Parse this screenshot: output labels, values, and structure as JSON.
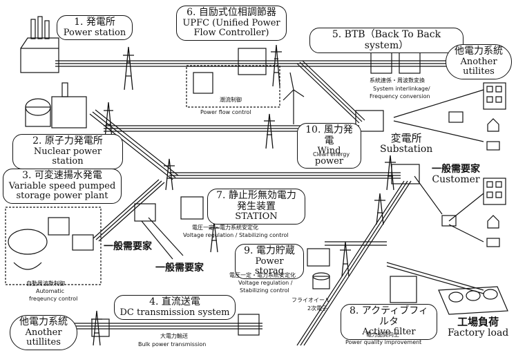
{
  "labels": {
    "power_station": {
      "jp": "1. 発電所",
      "en": "Power station"
    },
    "nuclear": {
      "jp": "2. 原子力発電所",
      "en": "Nuclear power station"
    },
    "pumped": {
      "jp": "3. 可変速揚水発電",
      "en1": "Variable speed pumped",
      "en2": "storage power plant"
    },
    "dc_transmission": {
      "jp": "4. 直流送電",
      "en": "DC transmission system"
    },
    "btb": {
      "jp": "5. BTB（Back To Back system）"
    },
    "upfc": {
      "jp": "6. 自励式位相調節器",
      "en1": "UPFC (Unified Power",
      "en2": "Flow Controller)"
    },
    "static_var": {
      "jp1": "7. 静止形無効電力",
      "jp2": "発生装置",
      "en": "STATION"
    },
    "storage": {
      "jp": "9. 電力貯蔵",
      "en": "Power storag"
    },
    "active_filter": {
      "jp": "8. アクティブフィルタ",
      "en": "Active filter"
    },
    "wind": {
      "jp": "10. 風力発電",
      "en": "Wind power"
    },
    "another_top": {
      "jp": "他電力系統",
      "en1": "Another",
      "en2": "utilites"
    },
    "another_bottom": {
      "jp": "他電力系統",
      "en1": "Another",
      "en2": "utillites"
    }
  },
  "captions": {
    "upfc_jp": "潮流制御",
    "upfc_en": "Power flow control",
    "btb_jp": "系統連係・周波数変換",
    "btb_en1": "System interlinkage/",
    "btb_en2": "Frequency conversion",
    "clean": "Clean energy",
    "svc_jp": "電圧一定・電力系統安定化",
    "svc_en": "Voltage regulation / Stabilizing control",
    "storage_jp": "電圧一定・電力系統安定化",
    "storage_en1": "Voltage regulation /",
    "storage_en2": "Stabilizing control",
    "flywheel1": "フライオイール",
    "flywheel2": "2次電子",
    "afc_jp": "自動周波数制御",
    "afc_en1": "Automatic",
    "afc_en2": "freqeuncy control",
    "bulk_jp": "大電力輸送",
    "bulk_en": "Bulk power transmission",
    "pq_jp": "電力品質向上",
    "pq_en": "Power quality improvement"
  },
  "standalone": {
    "substation_jp": "変電所",
    "substation_en": "Substation",
    "customer_jp": "一般需要家",
    "customer_en": "Customer",
    "consumer1": "一般需要家",
    "consumer2": "一般需要家",
    "factory_jp": "工場負荷",
    "factory_en": "Factory load"
  }
}
